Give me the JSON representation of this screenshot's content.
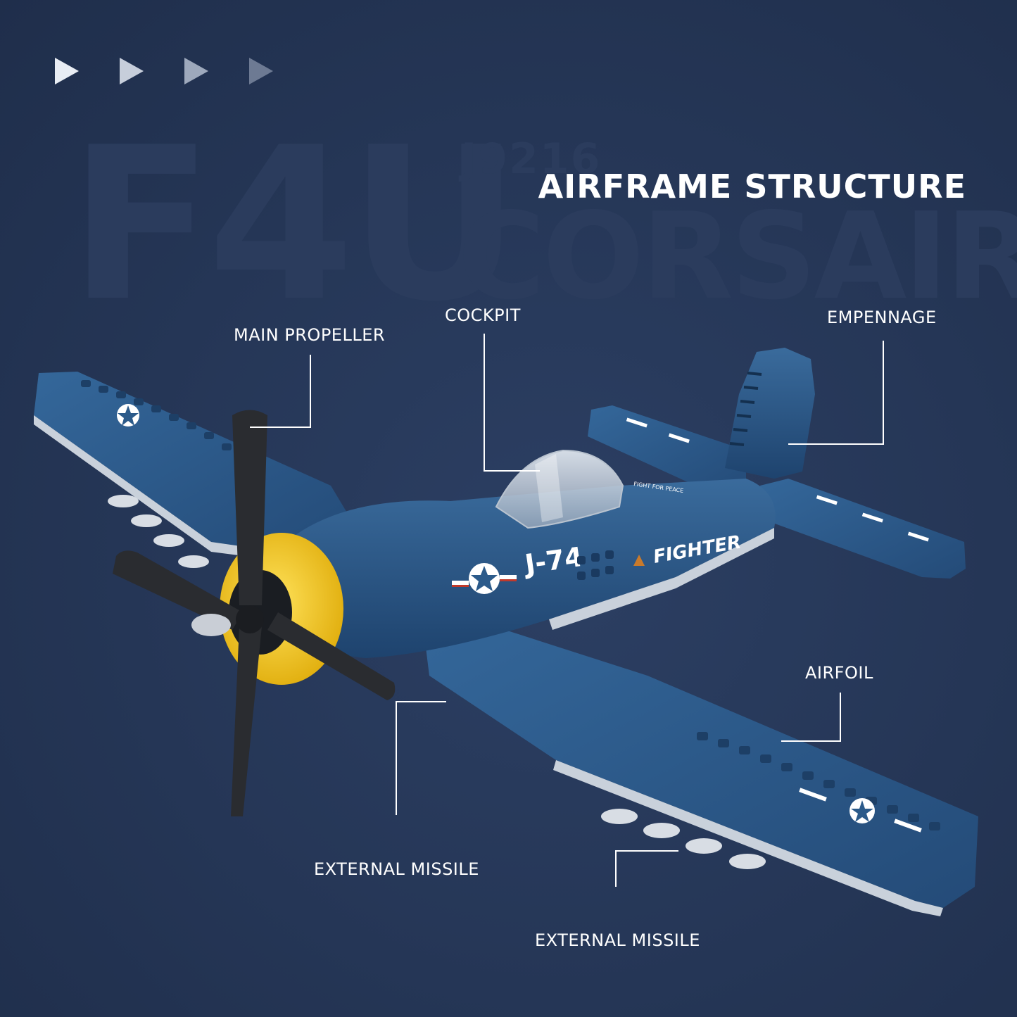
{
  "watermark": {
    "model": "F4U",
    "name": "CORSAIR",
    "code": "J9216"
  },
  "title": "AIRFRAME STRUCTURE",
  "callouts": {
    "main_propeller": "MAIN PROPELLER",
    "cockpit": "COCKPIT",
    "empennage": "EMPENNAGE",
    "airfoil": "AIRFOIL",
    "external_missile_left": "EXTERNAL MISSILE",
    "external_missile_right": "EXTERNAL MISSILE"
  },
  "plane": {
    "tail_number": "J-74",
    "fuselage_text": "FIGHTER",
    "small_text": "FIGHT FOR PEACE",
    "colors": {
      "body": "#2b5a8a",
      "body_dark": "#1f4470",
      "cowl": "#f2c71c",
      "propeller": "#2a2c30"
    }
  },
  "icons": [
    "play-icon",
    "play-icon",
    "play-icon",
    "play-icon"
  ]
}
